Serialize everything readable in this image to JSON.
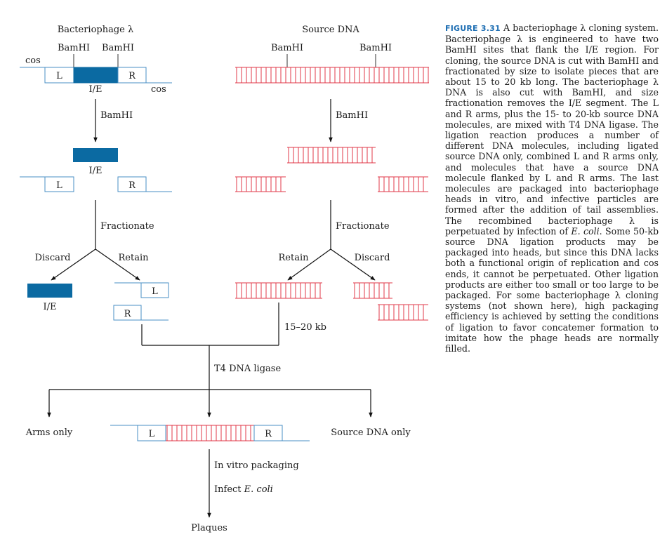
{
  "colors": {
    "blue_dark": "#0b6aa2",
    "blue_line": "#4a8fc4",
    "red": "#e0384a",
    "arrow": "#111111",
    "caption_label": "#1f6fb3"
  },
  "labels": {
    "phage_title": "Bacteriophage λ",
    "source_title": "Source DNA",
    "bamhi": "BamHI",
    "cos": "cos",
    "L": "L",
    "R": "R",
    "ie": "I/E",
    "fractionate": "Fractionate",
    "discard": "Discard",
    "retain": "Retain",
    "size_range": "15–20 kb",
    "ligase": "T4 DNA ligase",
    "arms_only": "Arms only",
    "source_only": "Source DNA only",
    "packaging": "In vitro packaging",
    "infect_prefix": "Infect ",
    "infect_italic": "E. coli",
    "plaques": "Plaques"
  },
  "caption": {
    "fig_label": "FIGURE 3.31",
    "part1": " A bacteriophage λ cloning system. Bacteriophage λ is engineered to have two BamHI sites that flank the I/E region. For cloning, the source DNA is cut with BamHI and fractionated by size to isolate pieces that are about 15 to 20 kb long. The bacteriophage λ DNA is also cut with BamHI, and size fractionation removes the I/E segment. The L and R arms, plus the 15- to 20-kb source DNA molecules, are mixed with T4 DNA ligase. The ligation reaction produces a number of different DNA molecules, including ligated source DNA only, combined L and R arms only, and molecules that have a source DNA molecule flanked by L and R arms. The last molecules are packaged into bacteriophage heads in vitro, and infective particles are formed after the addition of tail assemblies. The recombined bacteriophage λ is perpetuated by infection of ",
    "italic": "E. coli",
    "part2": ". Some 50-kb source DNA ligation products may be packaged into heads, but since this DNA lacks both a functional origin of replication and cos ends, it cannot be perpetuated. Other ligation products are either too small or too large to be packaged. For some bacteriophage λ cloning systems (not shown here), high packaging efficiency is achieved by setting the conditions of ligation to favor concatemer formation to imitate how the phage heads are normally filled."
  }
}
